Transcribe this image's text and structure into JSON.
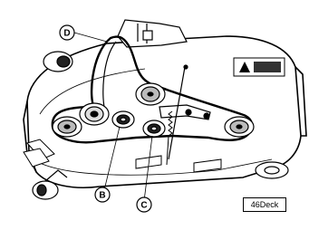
{
  "callouts": {
    "d": "D",
    "b": "B",
    "c": "C"
  },
  "caption": "46Deck",
  "colors": {
    "ink": "#000000",
    "paper": "#ffffff",
    "shade": "#d9d9d9"
  }
}
